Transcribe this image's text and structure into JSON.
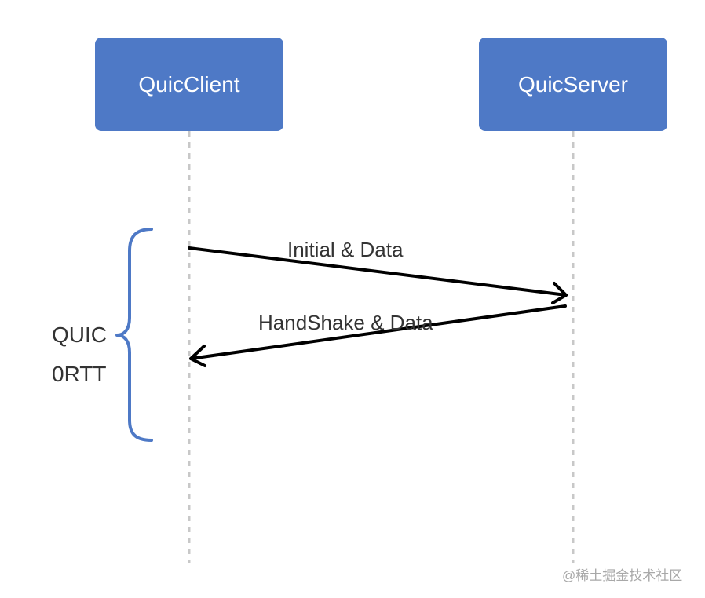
{
  "actors": {
    "client": "QuicClient",
    "server": "QuicServer"
  },
  "messages": [
    {
      "label": "Initial & Data",
      "from": "client",
      "to": "server"
    },
    {
      "label": "HandShake & Data",
      "from": "server",
      "to": "client"
    }
  ],
  "brace_label": {
    "line1": "QUIC",
    "line2": "0RTT"
  },
  "watermark": "@稀土掘金技术社区",
  "colors": {
    "actor_fill": "#4e79c6",
    "actor_text": "#ffffff",
    "lifeline": "#c8c8c8",
    "brace": "#4e79c6",
    "arrow": "#000000",
    "text": "#333333"
  }
}
